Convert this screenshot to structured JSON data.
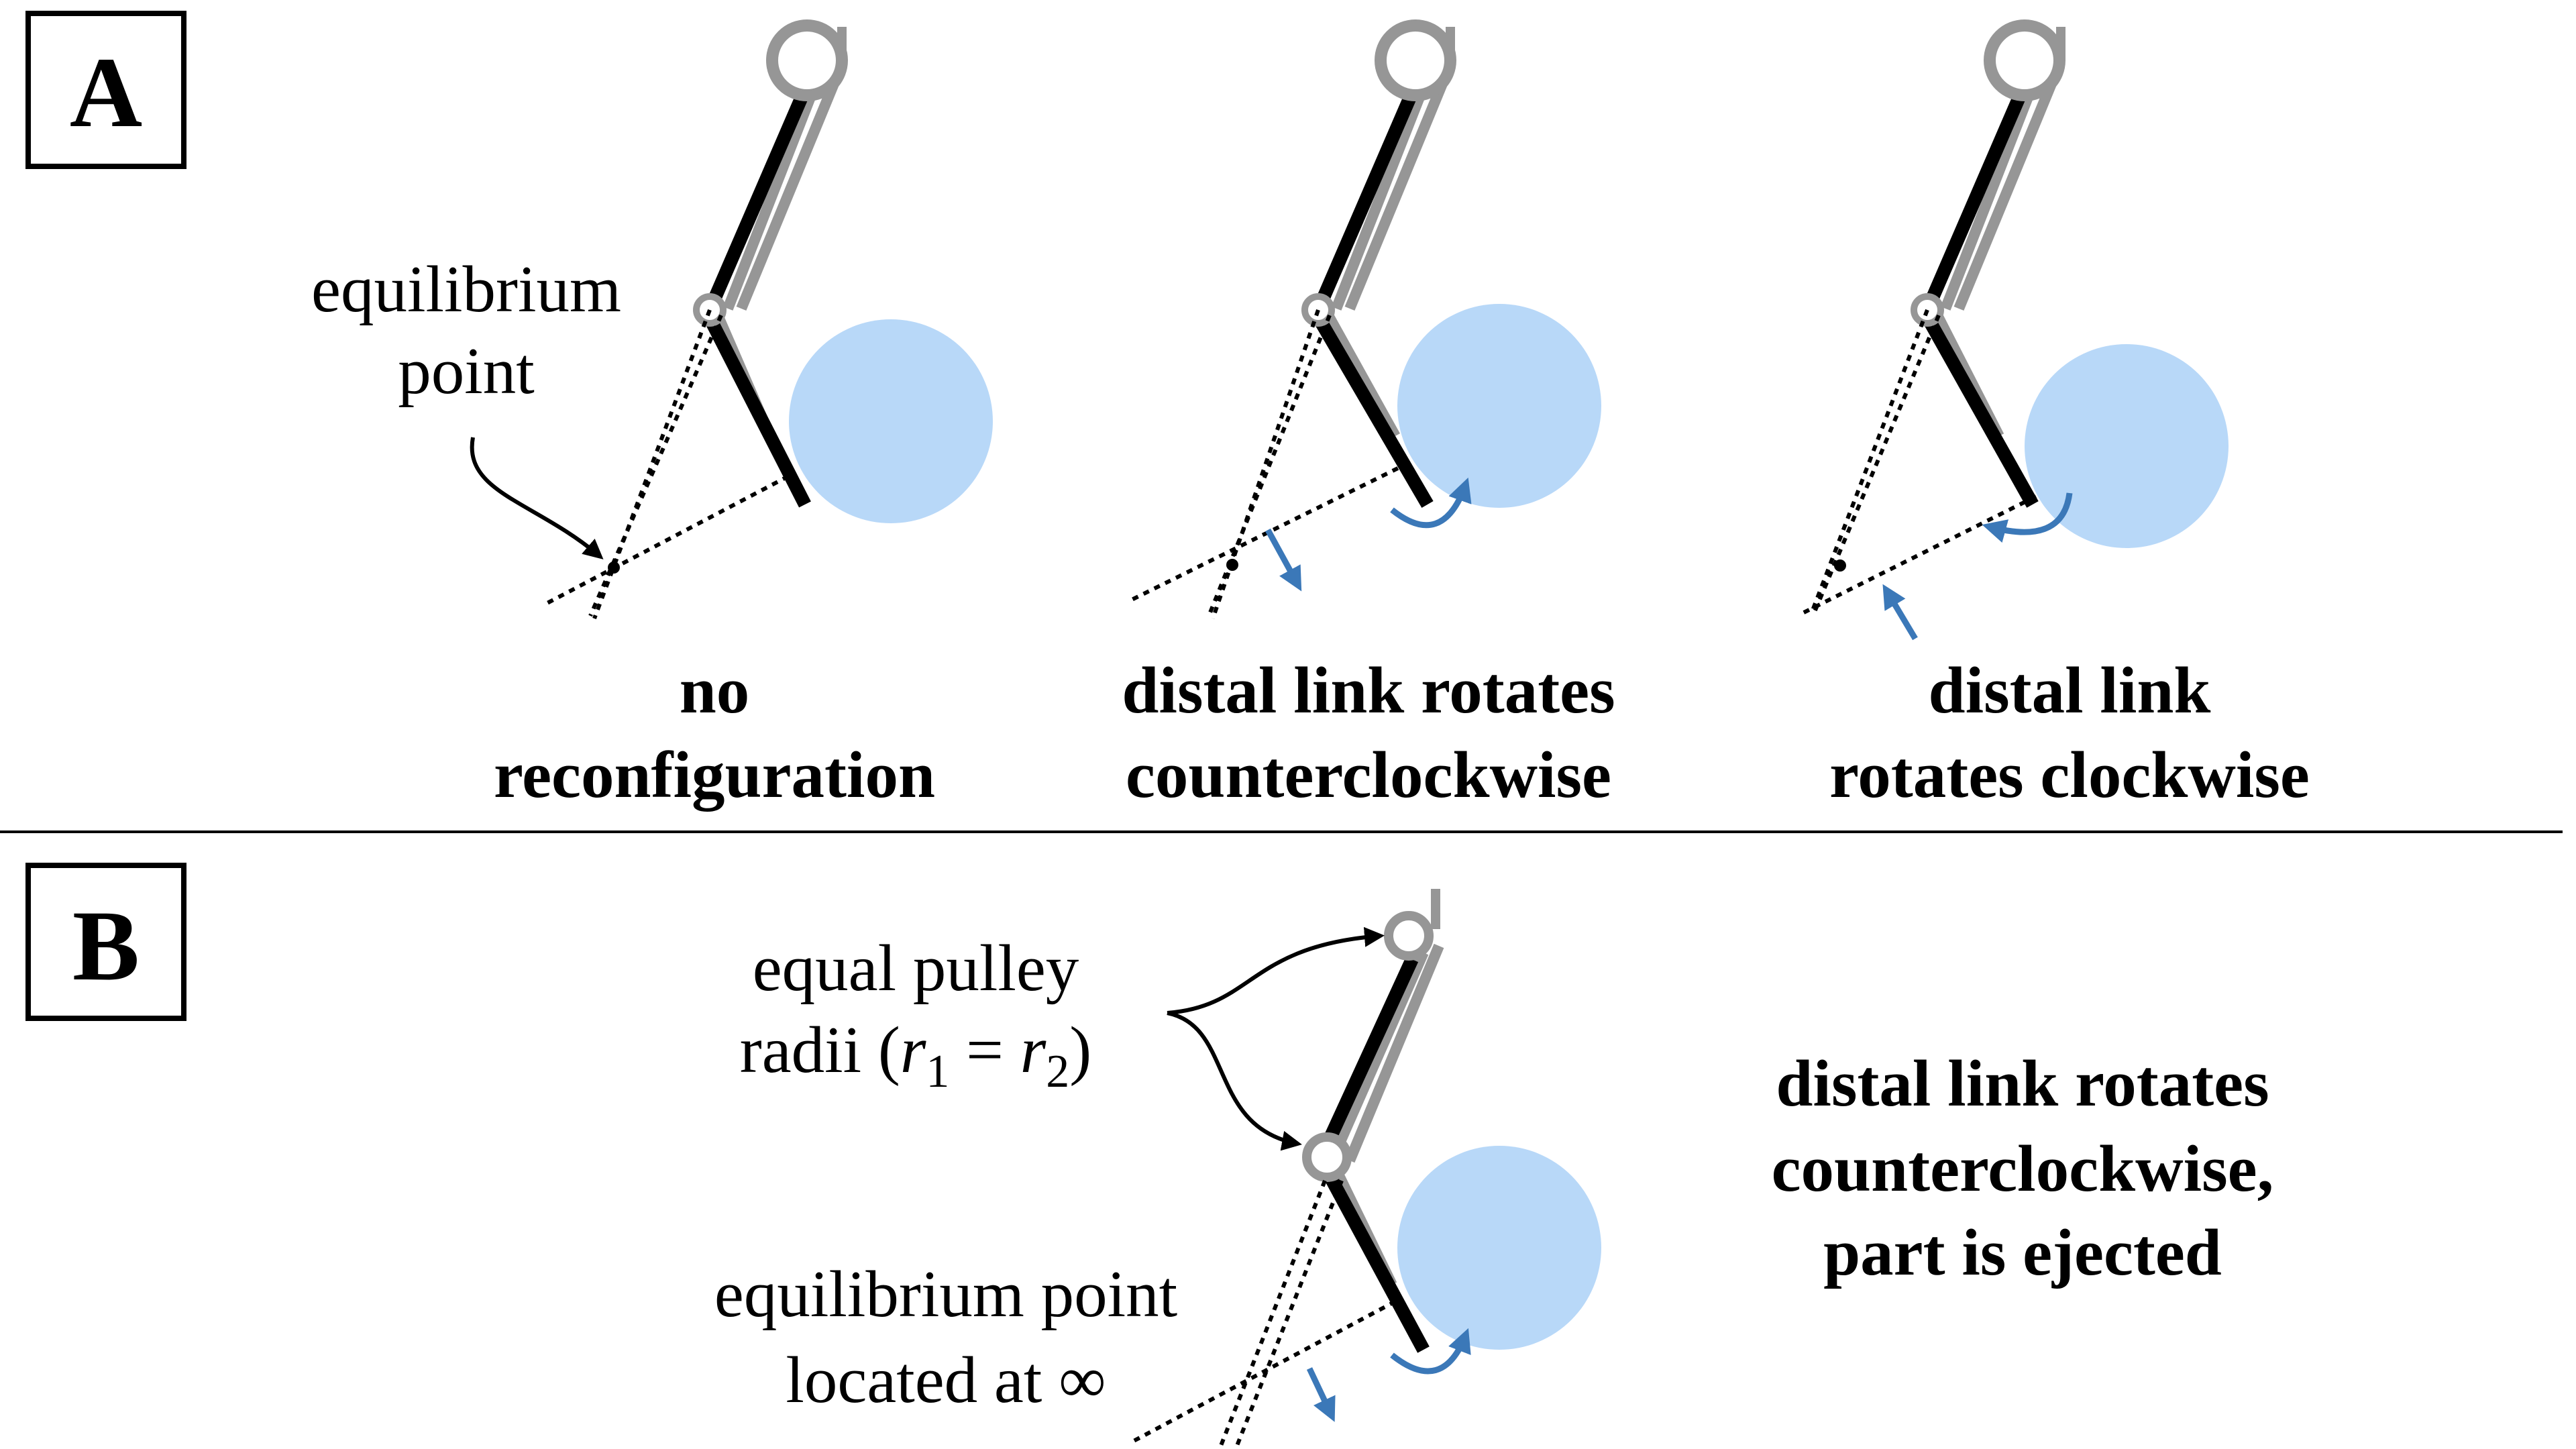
{
  "panels": {
    "a": {
      "letter": "A",
      "label_equilibrium_line1": "equilibrium",
      "label_equilibrium_line2": "point",
      "captions": [
        {
          "line1": "no",
          "line2": "reconfiguration"
        },
        {
          "line1": "distal link rotates",
          "line2": "counterclockwise"
        },
        {
          "line1": "distal link",
          "line2": "rotates clockwise"
        }
      ]
    },
    "b": {
      "letter": "B",
      "label_pulley_line1": "equal pulley",
      "label_pulley_pre": "radii (",
      "label_pulley_r": "r",
      "label_pulley_sub1": "1",
      "label_pulley_eq": " = ",
      "label_pulley_sub2": "2",
      "label_pulley_post": ")",
      "label_eq_line1": "equilibrium point",
      "label_eq_line2": "located at ∞",
      "caption_line1": "distal link rotates",
      "caption_line2": "counterclockwise,",
      "caption_line3": "part is ejected"
    }
  },
  "colors": {
    "object": "#b8d8f8",
    "arrow": "#3b78b8",
    "tendon": "#969696",
    "link": "#000000"
  }
}
